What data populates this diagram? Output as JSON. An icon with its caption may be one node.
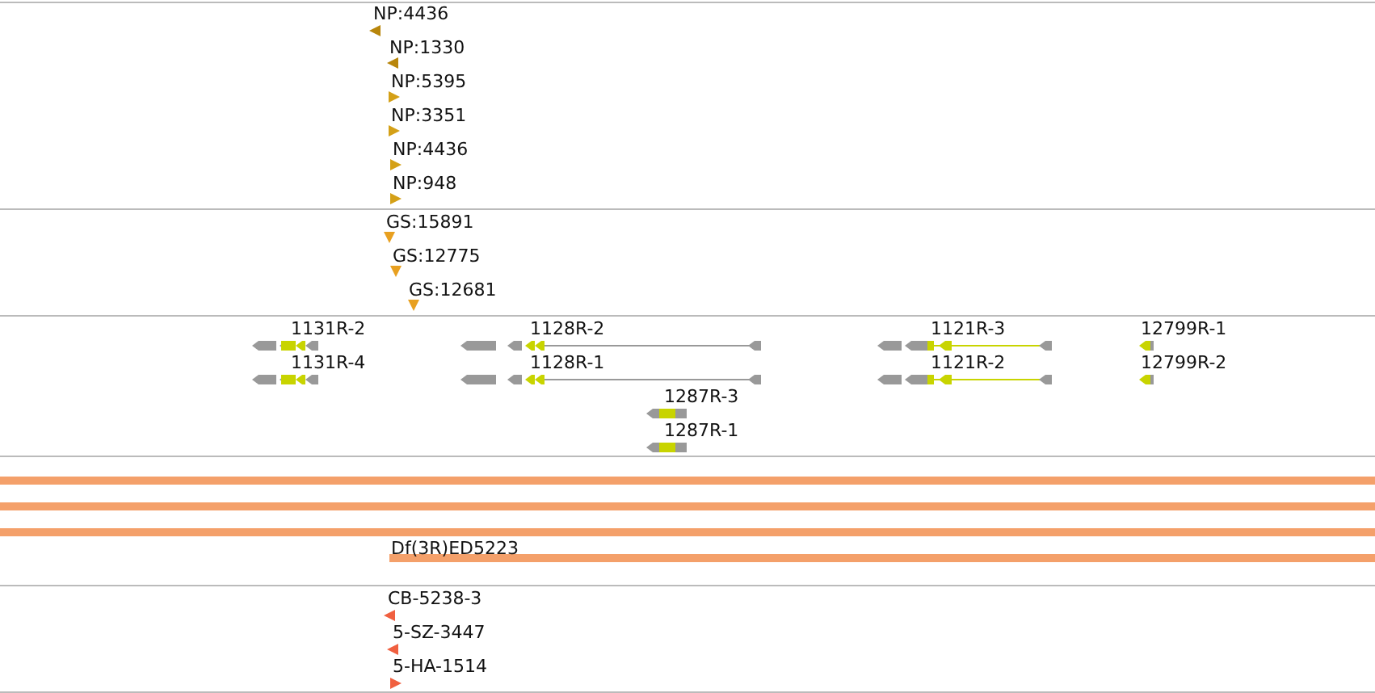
{
  "diagram": {
    "labels": [
      "NP:4436",
      "NP:1330",
      "NP:5395",
      "NP:3351",
      "NP:4436",
      "NP:948",
      "GS:15891",
      "GS:12775",
      "GS:12681",
      "1131R-2",
      "1128R-2",
      "1121R-3",
      "12799R-1",
      "1131R-4",
      "1128R-1",
      "1121R-2",
      "12799R-2",
      "1287R-3",
      "1287R-1",
      "Df(3R)ED5223",
      "CB-5238-3",
      "5-SZ-3447",
      "5-HA-1514"
    ]
  }
}
